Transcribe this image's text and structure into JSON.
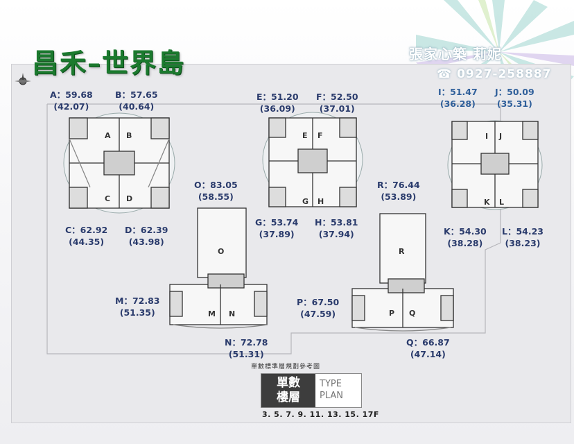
{
  "title": "昌禾–世界島",
  "brand": "張家心築 莉妮",
  "phone": "0927-258887",
  "units": [
    {
      "id": "A",
      "area": "A：59.68",
      "inner": "(42.07)"
    },
    {
      "id": "B",
      "area": "B：57.65",
      "inner": "(40.64)"
    },
    {
      "id": "C",
      "area": "C：62.92",
      "inner": "(44.35)"
    },
    {
      "id": "D",
      "area": "D：62.39",
      "inner": "(43.98)"
    },
    {
      "id": "E",
      "area": "E：51.20",
      "inner": "(36.09)"
    },
    {
      "id": "F",
      "area": "F：52.50",
      "inner": "(37.01)"
    },
    {
      "id": "G",
      "area": "G：53.74",
      "inner": "(37.89)"
    },
    {
      "id": "H",
      "area": "H：53.81",
      "inner": "(37.94)"
    },
    {
      "id": "I",
      "area": "I：51.47",
      "inner": "(36.28)"
    },
    {
      "id": "J",
      "area": "J：50.09",
      "inner": "(35.31)"
    },
    {
      "id": "K",
      "area": "K：54.30",
      "inner": "(38.28)"
    },
    {
      "id": "L",
      "area": "L：54.23",
      "inner": "(38.23)"
    },
    {
      "id": "M",
      "area": "M：72.83",
      "inner": "(51.35)"
    },
    {
      "id": "N",
      "area": "N：72.78",
      "inner": "(51.31)"
    },
    {
      "id": "O",
      "area": "O：83.05",
      "inner": "(58.55)"
    },
    {
      "id": "P",
      "area": "P：67.50",
      "inner": "(47.59)"
    },
    {
      "id": "Q",
      "area": "Q：66.87",
      "inner": "(47.14)"
    },
    {
      "id": "R",
      "area": "R：76.44",
      "inner": "(53.89)"
    }
  ],
  "caption": "單數標準層規劃參考圖",
  "badge": {
    "dark_line1": "單數",
    "dark_line2": "樓層",
    "light_line1": "TYPE",
    "light_line2": "PLAN"
  },
  "floors": "3. 5. 7. 9. 11. 13. 15. 17F"
}
